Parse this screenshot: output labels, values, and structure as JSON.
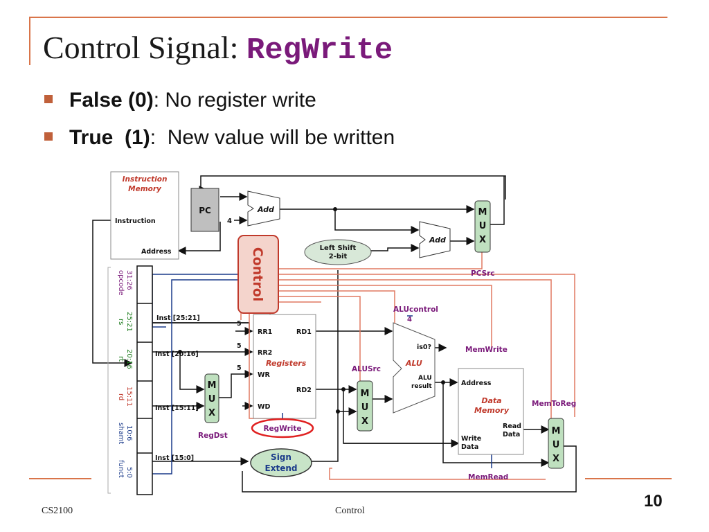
{
  "slide": {
    "title_prefix": "Control Signal: ",
    "title_keyword": "RegWrite",
    "bullets": [
      {
        "bold": "False (0)",
        "rest": ": No register write"
      },
      {
        "bold": "True  (1)",
        "rest": ":  New value will be written"
      }
    ],
    "footer_left": "CS2100",
    "footer_center": "Control",
    "page_number": "10"
  },
  "diagram": {
    "instr_mem_title": "Instruction\nMemory",
    "instr_mem_title_l1": "Instruction",
    "instr_mem_title_l2": "Memory",
    "instruction": "Instruction",
    "address": "Address",
    "pc": "PC",
    "four": "4",
    "add": "Add",
    "add2": "Add",
    "left_shift_l1": "Left Shift",
    "left_shift_l2": "2-bit",
    "control": "Control",
    "mux_letters": [
      "M",
      "U",
      "X"
    ],
    "pcsrc": "PCSrc",
    "fields": [
      {
        "name": "opcode",
        "bits": "31:26"
      },
      {
        "name": "rs",
        "bits": "25:21"
      },
      {
        "name": "rt",
        "bits": "20:16"
      },
      {
        "name": "rd",
        "bits": "15:11"
      },
      {
        "name": "shamt",
        "bits": "10:6"
      },
      {
        "name": "funct",
        "bits": "5:0"
      }
    ],
    "inst_25_21": "Inst [25:21]",
    "inst_20_16": "Inst [20:16]",
    "inst_15_11": "Inst [15:11]",
    "inst_15_0": "Inst [15:0]",
    "five": "5",
    "rr1": "RR1",
    "rr2": "RR2",
    "wr": "WR",
    "wd": "WD",
    "rd1": "RD1",
    "rd2": "RD2",
    "registers": "Registers",
    "regdst": "RegDst",
    "regwrite": "RegWrite",
    "alucontrol": "ALUcontrol",
    "alucontrol_width": "4",
    "is0": "is0?",
    "alu": "ALU",
    "alu_result_l1": "ALU",
    "alu_result_l2": "result",
    "alusrc": "ALUSrc",
    "memwrite": "MemWrite",
    "data_mem_address": "Address",
    "data_mem_l1": "Data",
    "data_mem_l2": "Memory",
    "read_data_l1": "Read",
    "read_data_l2": "Data",
    "write_data_l1": "Write",
    "write_data_l2": "Data",
    "memtoreg": "MemToReg",
    "memread": "MemRead",
    "sign_extend_l1": "Sign",
    "sign_extend_l2": "Extend",
    "colors": {
      "control_fill": "#f4d4cc",
      "control_stroke": "#c0392b",
      "control_text": "#c0392b",
      "control_line": "#e07860",
      "mux_fill": "#bfe0bf",
      "ellipse_fill": "#c8e4c8",
      "label_purple": "#7a1a7a",
      "highlight": "#e02020",
      "field_purple": "#7a1a7a",
      "field_green": "#1a7a1a",
      "blue_line": "#1a3a8a"
    }
  }
}
